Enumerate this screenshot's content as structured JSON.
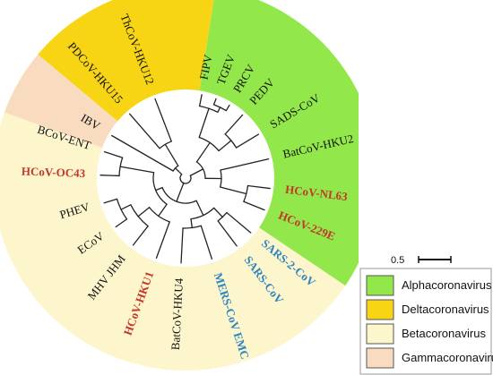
{
  "colors": {
    "alpha": "#92e84a",
    "delta": "#f7d514",
    "beta": "#fdf5cc",
    "gamma": "#f9dcc0",
    "human_label": "#c0392b",
    "sars_label": "#2e86c1"
  },
  "clades": [
    {
      "name": "Alphacoronavirus",
      "color_key": "alpha"
    },
    {
      "name": "Deltacoronavirus",
      "color_key": "delta"
    },
    {
      "name": "Betacoronavirus",
      "color_key": "beta"
    },
    {
      "name": "Gammacoronavirus",
      "color_key": "gamma"
    }
  ],
  "scale_bar": {
    "label": "0.5"
  },
  "tips": [
    {
      "label": "FIPV",
      "clade": "alpha",
      "style": "normal"
    },
    {
      "label": "TGEV",
      "clade": "alpha",
      "style": "normal"
    },
    {
      "label": "PRCV",
      "clade": "alpha",
      "style": "normal"
    },
    {
      "label": "PEDV",
      "clade": "alpha",
      "style": "normal"
    },
    {
      "label": "SADS-CoV",
      "clade": "alpha",
      "style": "normal"
    },
    {
      "label": "BatCoV-HKU2",
      "clade": "alpha",
      "style": "normal"
    },
    {
      "label": "HCoV-NL63",
      "clade": "alpha",
      "style": "human"
    },
    {
      "label": "HCoV-229E",
      "clade": "alpha",
      "style": "human"
    },
    {
      "label": "SARS-2-CoV",
      "clade": "beta",
      "style": "sars"
    },
    {
      "label": "SARS-CoV",
      "clade": "beta",
      "style": "sars"
    },
    {
      "label": "MERS-CoV EMC",
      "clade": "beta",
      "style": "sars"
    },
    {
      "label": "BatCoV-HKU4",
      "clade": "beta",
      "style": "normal"
    },
    {
      "label": "HCoV-HKU1",
      "clade": "beta",
      "style": "human"
    },
    {
      "label": "MHV JHM",
      "clade": "beta",
      "style": "normal"
    },
    {
      "label": "ECoV",
      "clade": "beta",
      "style": "normal"
    },
    {
      "label": "PHEV",
      "clade": "beta",
      "style": "normal"
    },
    {
      "label": "HCoV-OC43",
      "clade": "beta",
      "style": "human"
    },
    {
      "label": "BCoV-ENT",
      "clade": "beta",
      "style": "normal"
    },
    {
      "label": "IBV",
      "clade": "gamma",
      "style": "normal"
    },
    {
      "label": "PDCoV-HKU15",
      "clade": "delta",
      "style": "normal"
    },
    {
      "label": "ThCoV-HKU12",
      "clade": "delta",
      "style": "normal"
    }
  ]
}
